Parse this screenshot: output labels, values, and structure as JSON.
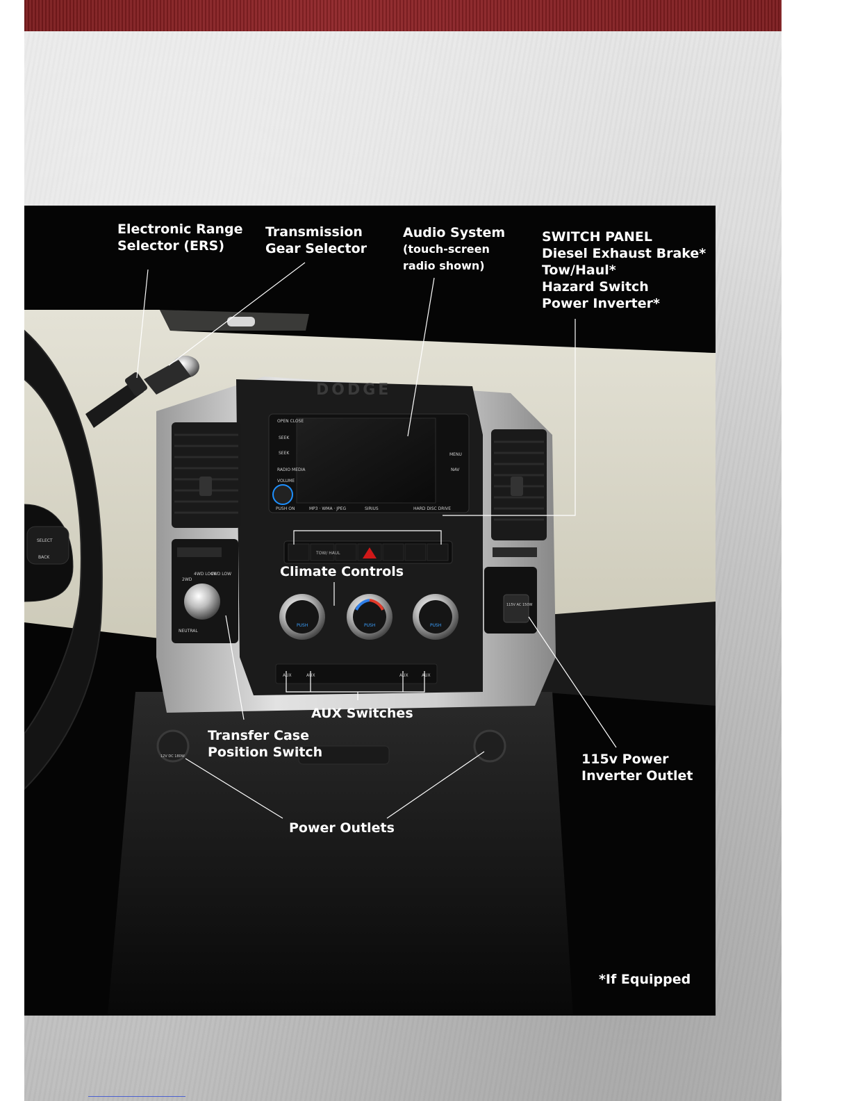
{
  "callouts": {
    "ers": [
      "Electronic Range",
      "Selector (ERS)"
    ],
    "transmission": [
      "Transmission",
      "Gear Selector"
    ],
    "audio": {
      "title": "Audio System",
      "sub": [
        "(touch-screen",
        "radio shown)"
      ]
    },
    "switch_panel": [
      "SWITCH PANEL",
      "Diesel Exhaust Brake*",
      "Tow/Haul*",
      "Hazard Switch",
      "Power Inverter*"
    ],
    "climate": "Climate Controls",
    "aux": "AUX Switches",
    "transfer_case": [
      "Transfer Case",
      "Position Switch"
    ],
    "inverter_outlet": [
      "115v Power",
      "Inverter Outlet"
    ],
    "power_outlets": "Power Outlets",
    "footnote": "*If Equipped"
  },
  "vehicle": {
    "brand_emblem": "DODGE",
    "radio_buttons_left": [
      "OPEN CLOSE",
      "SEEK",
      "SEEK",
      "RADIO MEDIA",
      "VOLUME"
    ],
    "radio_buttons_right": [
      "MENU",
      "NAV"
    ],
    "radio_footer": [
      "PUSH ON",
      "MP3 · WMA · JPEG",
      "SIRIUS",
      "HARD DISC DRIVE"
    ],
    "switch_labels": [
      "TOW/ HAUL"
    ],
    "aux_labels": [
      "AUX",
      "AUX",
      "AUX",
      "AUX"
    ],
    "transfer_labels": [
      "2WD",
      "4WD LOCK",
      "4WD LOW",
      "NEUTRAL"
    ],
    "climate_labels": [
      "PUSH",
      "PUSH",
      "PUSH"
    ],
    "steering_buttons": [
      "SELECT",
      "BACK"
    ],
    "outlet_labels": [
      "12V DC 180W",
      "115V AC 150W"
    ]
  },
  "colors": {
    "band": "#8e2427",
    "photo_bg": "#050505",
    "label": "#ffffff",
    "bezel": "#c9c9c9"
  }
}
